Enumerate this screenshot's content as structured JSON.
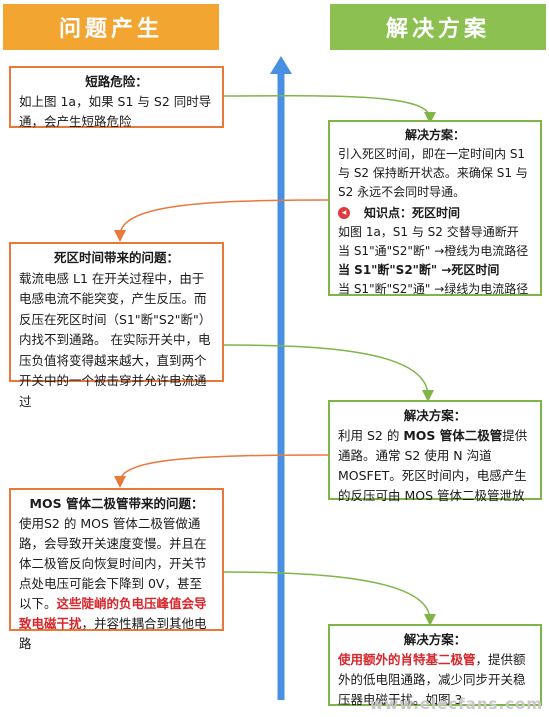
{
  "headers": {
    "left": "问题产生",
    "right": "解决方案"
  },
  "box1": {
    "title": "短路危险：",
    "body": "如上图 1a，如果 S1 与 S2 同时导通，会产生短路危险"
  },
  "box2": {
    "title": "解决方案：",
    "body": "引入死区时间，即在一定时间内 S1 与 S2 保持断开状态。来确保 S1 与 S2 永远不会同时导通。",
    "kp_label": "知识点：死区时间",
    "kp_line1": "如图 1a，S1 与 S2 交替导通断开",
    "kp_line2": "当 S1\"通\"S2\"断\" →橙线为电流路径",
    "kp_line3": "当 S1\"断\"S2\"断\" →死区时间",
    "kp_line4": "当 S1\"断\"S2\"通\" →绿线为电流路径"
  },
  "box3": {
    "title": "死区时间带来的问题：",
    "body": "载流电感 L1 在开关过程中，由于电感电流不能突变，产生反压。而反压在死区时间（S1\"断\"S2\"断\"）内找不到通路。 在实际开关中，电压负值将变得越来越大，直到两个开关中的一个被击穿并允许电流通过"
  },
  "box4": {
    "title": "解决方案：",
    "body_pre": "利用 S2 的 ",
    "body_bold": "MOS 管体二极管",
    "body_post": "提供通路。通常 S2 使用 N 沟道 MOSFET。死区时间内，电感产生的反压可由 MOS 管体二极管泄放"
  },
  "box5": {
    "title": "MOS 管体二极管带来的问题：",
    "body": "使用S2 的 MOS 管体二极管做通路，会导致开关速度变慢。并且在体二极管反向恢复时间内，开关节点处电压可能会下降到 0V，甚至以下。",
    "body_red": "这些陡峭的负电压峰值会导致电磁干扰",
    "body_end": "，并容性耦合到其他电路"
  },
  "box6": {
    "title": "解决方案：",
    "body_red": "使用额外的肖特基二极管",
    "body_rest": "，提供额外的低电阻通路，减少同步开关稳压器电磁干扰。如图 3"
  },
  "watermark": "www.elecfans.com",
  "colors": {
    "orange_header": "#f2a530",
    "green_header": "#8cc152",
    "orange_border": "#e9783a",
    "green_border": "#7fb548",
    "timeline": "#4a90e2",
    "highlight_red": "#d8262b"
  }
}
